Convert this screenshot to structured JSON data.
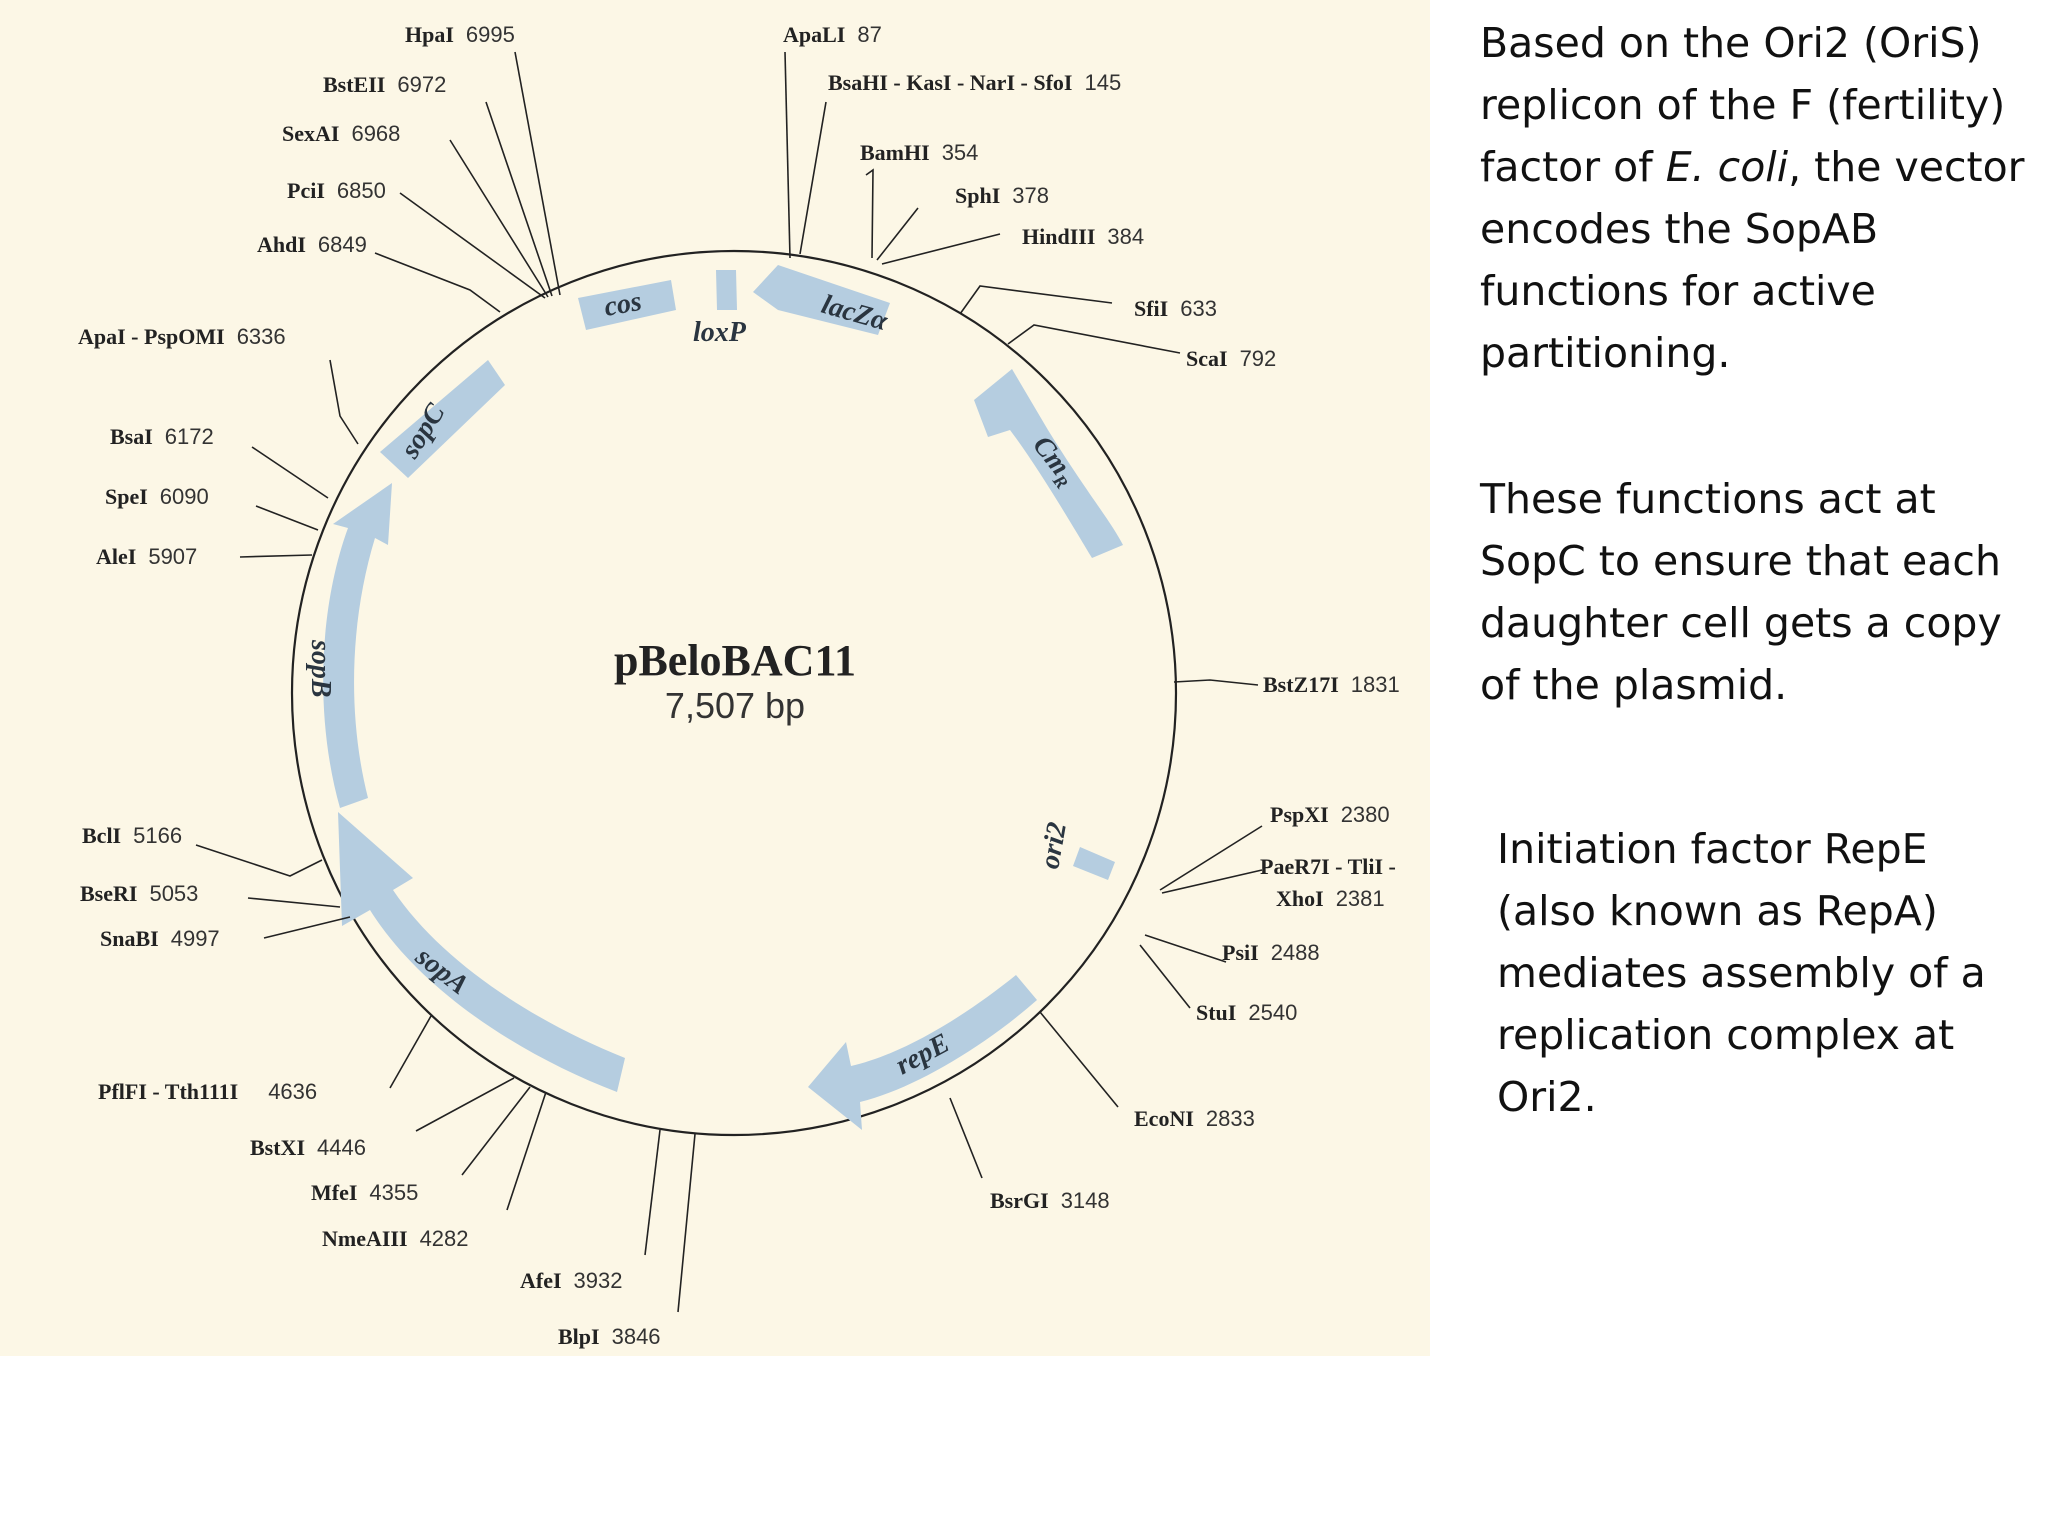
{
  "plasmid": {
    "name": "pBeloBAC11",
    "size_label": "7,507 bp",
    "total_bp": 7507
  },
  "sites": [
    {
      "name": "ApaLI",
      "pos": "87",
      "bp": 87
    },
    {
      "name": "BsaHI - KasI - NarI - SfoI",
      "pos": "145",
      "bp": 145
    },
    {
      "name": "BamHI",
      "pos": "354",
      "bp": 354
    },
    {
      "name": "SphI",
      "pos": "378",
      "bp": 378
    },
    {
      "name": "HindIII",
      "pos": "384",
      "bp": 384
    },
    {
      "name": "SfiI",
      "pos": "633",
      "bp": 633
    },
    {
      "name": "ScaI",
      "pos": "792",
      "bp": 792
    },
    {
      "name": "BstZ17I",
      "pos": "1831",
      "bp": 1831
    },
    {
      "name": "PspXI",
      "pos": "2380",
      "bp": 2380
    },
    {
      "name": "PaeR7I - TliI -",
      "name2": "XhoI",
      "pos": "2381",
      "bp": 2381
    },
    {
      "name": "PsiI",
      "pos": "2488",
      "bp": 2488
    },
    {
      "name": "StuI",
      "pos": "2540",
      "bp": 2540
    },
    {
      "name": "EcoNI",
      "pos": "2833",
      "bp": 2833
    },
    {
      "name": "BsrGI",
      "pos": "3148",
      "bp": 3148
    },
    {
      "name": "BlpI",
      "pos": "3846",
      "bp": 3846
    },
    {
      "name": "AfeI",
      "pos": "3932",
      "bp": 3932
    },
    {
      "name": "NmeAIII",
      "pos": "4282",
      "bp": 4282
    },
    {
      "name": "MfeI",
      "pos": "4355",
      "bp": 4355
    },
    {
      "name": "BstXI",
      "pos": "4446",
      "bp": 4446
    },
    {
      "name": "PflFI - Tth111I",
      "pos": "4636",
      "bp": 4636
    },
    {
      "name": "SnaBI",
      "pos": "4997",
      "bp": 4997
    },
    {
      "name": "BseRI",
      "pos": "5053",
      "bp": 5053
    },
    {
      "name": "BclI",
      "pos": "5166",
      "bp": 5166
    },
    {
      "name": "AleI",
      "pos": "5907",
      "bp": 5907
    },
    {
      "name": "SpeI",
      "pos": "6090",
      "bp": 6090
    },
    {
      "name": "BsaI",
      "pos": "6172",
      "bp": 6172
    },
    {
      "name": "ApaI - PspOMI",
      "pos": "6336",
      "bp": 6336
    },
    {
      "name": "AhdI",
      "pos": "6849",
      "bp": 6849
    },
    {
      "name": "PciI",
      "pos": "6850",
      "bp": 6850
    },
    {
      "name": "SexAI",
      "pos": "6968",
      "bp": 6968
    },
    {
      "name": "BstEII",
      "pos": "6972",
      "bp": 6972
    },
    {
      "name": "HpaI",
      "pos": "6995",
      "bp": 6995
    }
  ],
  "features": [
    {
      "label": "lacZα"
    },
    {
      "label": "loxP"
    },
    {
      "label": "cos"
    },
    {
      "label": "Cm",
      "label_sub": "R"
    },
    {
      "label": "ori2"
    },
    {
      "label": "repE"
    },
    {
      "label": "sopA"
    },
    {
      "label": "sopB"
    },
    {
      "label": "sopC"
    }
  ],
  "notes": {
    "p1_a": "Based on the Ori2 (OriS) replicon of the F (fertility) factor of ",
    "p1_italic": "E. coli",
    "p1_b": ", the vector encodes the SopAB functions for active partitioning.",
    "p2": " These functions act at SopC to ensure that each daughter cell gets a copy of the plasmid.",
    "p3": "Initiation factor RepE (also known as RepA) mediates assembly of a replication complex at Ori2."
  },
  "colors": {
    "panel_background": "#fcf7e6",
    "feature_fill": "#b5cde0",
    "ring": "#222222"
  }
}
